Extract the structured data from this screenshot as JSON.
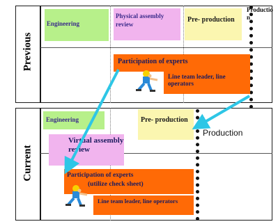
{
  "rows": {
    "previous_label": "Previous",
    "current_label": "Current"
  },
  "previous": {
    "engineering": "Engineering",
    "physical_review": "Physical assembly review",
    "pre_production": "Pre- production",
    "production": "Productio n",
    "experts": "Participation of experts",
    "line_team": "Line team leader, line operators"
  },
  "current": {
    "engineering": "Engineering",
    "pre_production": "Pre- production",
    "production": "Production",
    "virtual_review": "Virtual assembly review",
    "experts": "Participation of experts",
    "check_sheet": "(utilize check sheet)",
    "line_team": "Line team leader, line operators"
  },
  "colors": {
    "green": "#b7f08a",
    "pink": "#f1b4ee",
    "yellow": "#fbf6b0",
    "orange": "#ff6a06",
    "arrow": "#2ec6e6"
  },
  "icons": [
    "worker-figure-icon",
    "worker-figure-icon"
  ]
}
